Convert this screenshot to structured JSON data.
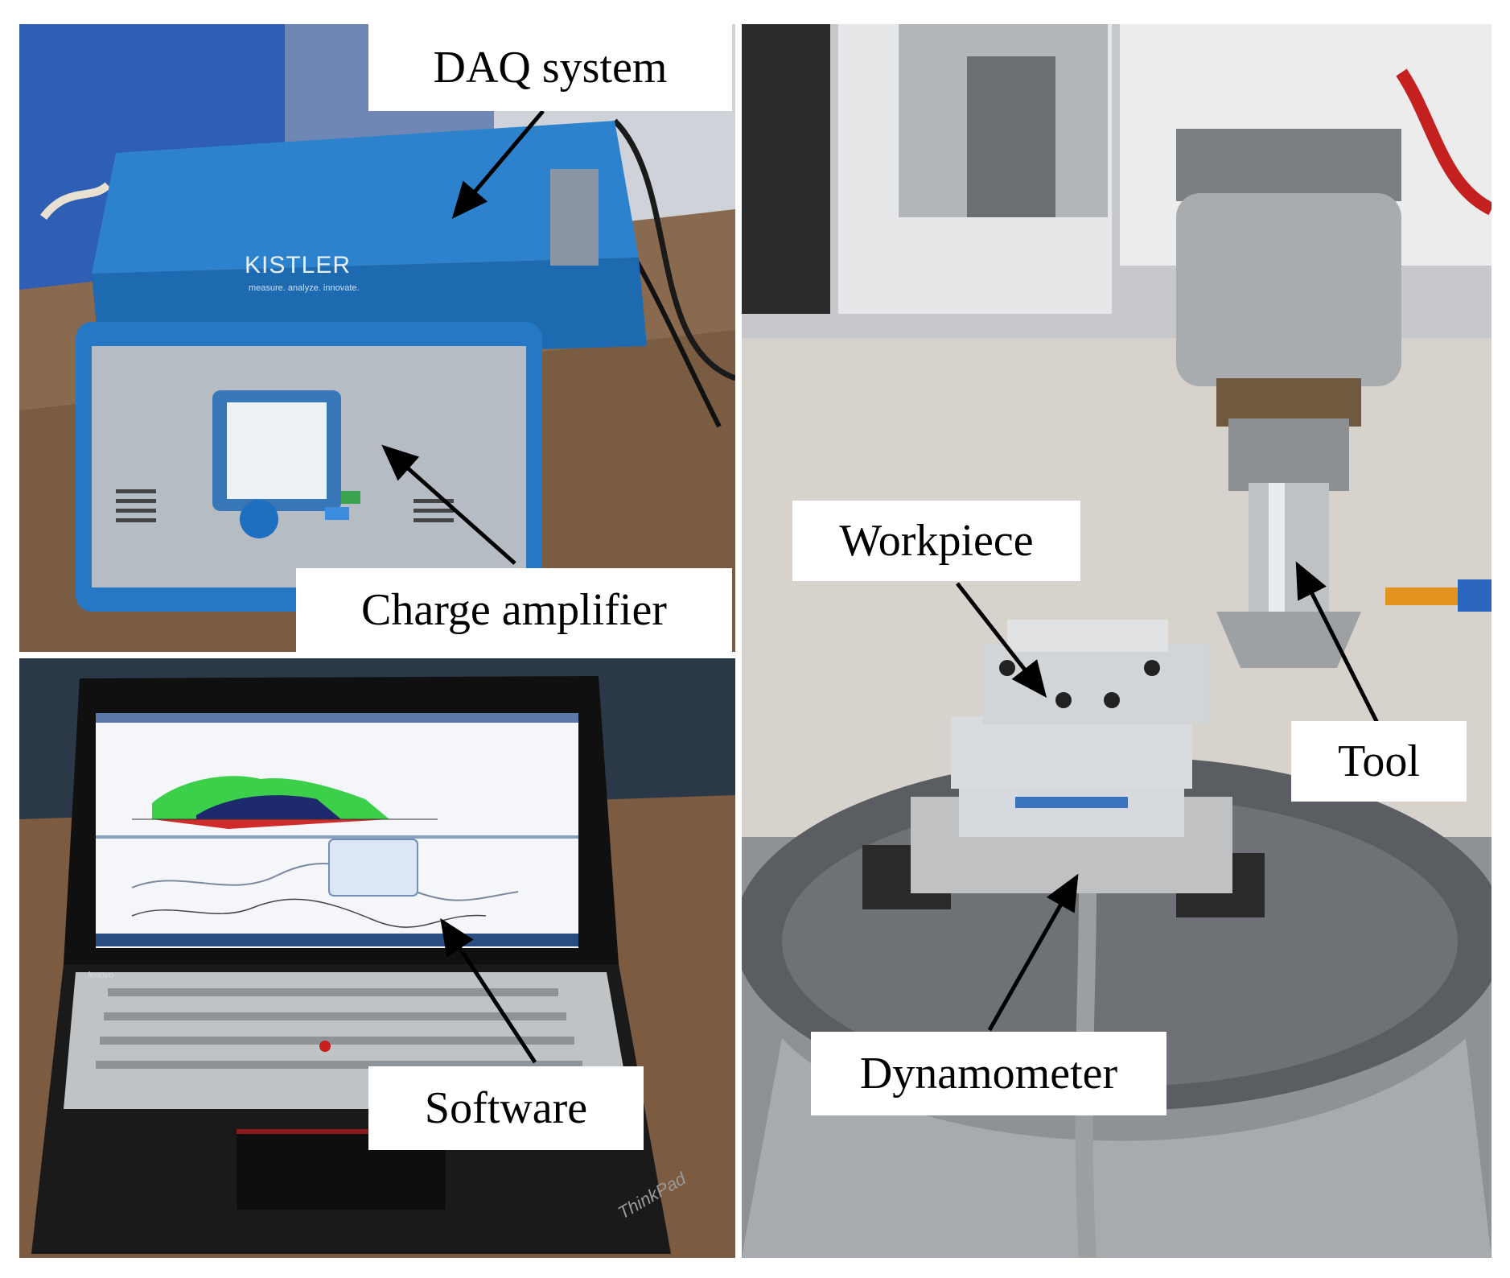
{
  "panels": {
    "daq_photo": {
      "brand": "KISTLER",
      "tagline": "measure. analyze. innovate."
    },
    "laptop_photo": {
      "brand": "lenovo",
      "model": "ThinkPad"
    }
  },
  "labels": {
    "daq": "DAQ system",
    "charge": "Charge amplifier",
    "software": "Software",
    "workpiece": "Workpiece",
    "tool": "Tool",
    "dynamometer": "Dynamometer"
  }
}
